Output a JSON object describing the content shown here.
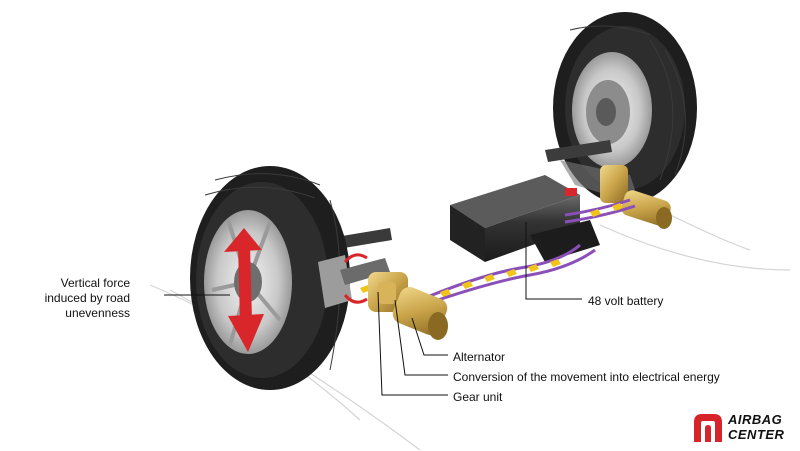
{
  "labels": {
    "vertical_force": "Vertical force induced by road unevenness",
    "battery": "48 volt battery",
    "alternator": "Alternator",
    "conversion": "Conversion of the movement into electrical energy",
    "gear_unit": "Gear unit"
  },
  "logo": {
    "line1": "AIRBAG",
    "line2": "CENTER",
    "icon": "airbag-center-logo-icon"
  },
  "colors": {
    "force_arrow": "#d9262a",
    "brass": "#c9a44a",
    "cable": "#8a4fb8",
    "energy_chevrons": "#f0c419",
    "tire": "#222222",
    "battery": "#2b2b2b",
    "logo_red": "#d7232a"
  }
}
